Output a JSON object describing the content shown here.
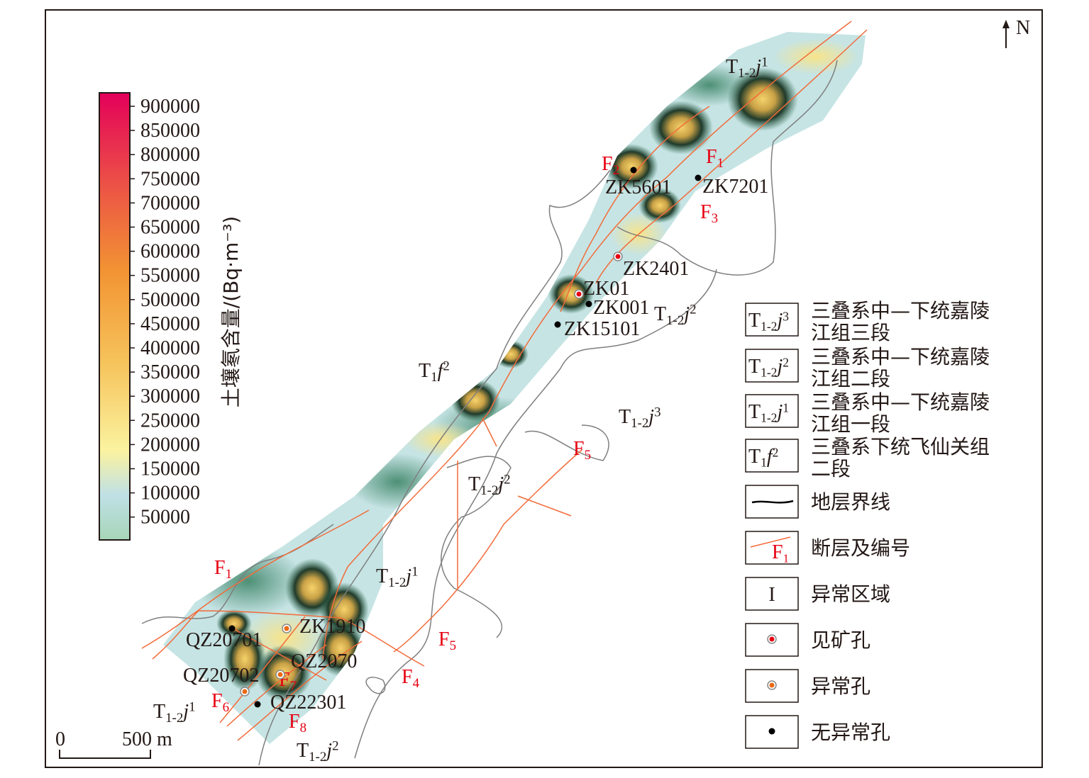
{
  "north_label": "N",
  "scale": {
    "start": "0",
    "end": "500 m"
  },
  "colorbar": {
    "title": "土壤氡含量/(Bq·m⁻³)",
    "ticks": [
      "900000",
      "850000",
      "800000",
      "750000",
      "700000",
      "650000",
      "600000",
      "550000",
      "500000",
      "450000",
      "400000",
      "350000",
      "300000",
      "250000",
      "200000",
      "150000",
      "100000",
      "50000"
    ],
    "colors": [
      "#e4005a",
      "#e8314f",
      "#ee6640",
      "#f29433",
      "#f5b651",
      "#f8d874",
      "#fbf3a0",
      "#bfe0e6",
      "#a7d6b8"
    ]
  },
  "formations": [
    {
      "base": "T",
      "sub": "1-2",
      "letter": "j",
      "sup": "1"
    },
    {
      "base": "T",
      "sub": "1-2",
      "letter": "j",
      "sup": "2"
    },
    {
      "base": "T",
      "sub": "1",
      "letter": "f",
      "sup": "2"
    },
    {
      "base": "T",
      "sub": "1-2",
      "letter": "j",
      "sup": "3"
    },
    {
      "base": "T",
      "sub": "1-2",
      "letter": "j",
      "sup": "2"
    },
    {
      "base": "T",
      "sub": "1-2",
      "letter": "j",
      "sup": "1"
    },
    {
      "base": "T",
      "sub": "1-2",
      "letter": "j",
      "sup": "1"
    },
    {
      "base": "T",
      "sub": "1-2",
      "letter": "j",
      "sup": "2"
    }
  ],
  "faults": [
    {
      "letter": "F",
      "num": "2"
    },
    {
      "letter": "F",
      "num": "1"
    },
    {
      "letter": "F",
      "num": "3"
    },
    {
      "letter": "F",
      "num": "5"
    },
    {
      "letter": "F",
      "num": "1"
    },
    {
      "letter": "F",
      "num": "5"
    },
    {
      "letter": "F",
      "num": "4"
    },
    {
      "letter": "F",
      "num": "7"
    },
    {
      "letter": "F",
      "num": "6"
    },
    {
      "letter": "F",
      "num": "8"
    }
  ],
  "boreholes": [
    {
      "name": "ZK5601",
      "type": "none"
    },
    {
      "name": "ZK7201",
      "type": "none"
    },
    {
      "name": "ZK2401",
      "type": "ore"
    },
    {
      "name": "ZK01",
      "type": "ore"
    },
    {
      "name": "ZK001",
      "type": "none"
    },
    {
      "name": "ZK15101",
      "type": "none"
    },
    {
      "name": "ZK1910",
      "type": "anomaly"
    },
    {
      "name": "QZ20701",
      "type": "none"
    },
    {
      "name": "QZ2070",
      "type": "anomaly"
    },
    {
      "name": "QZ20702",
      "type": "anomaly"
    },
    {
      "name": "QZ22301",
      "type": "none"
    }
  ],
  "legend": [
    {
      "symbol": {
        "base": "T",
        "sub": "1-2",
        "letter": "j",
        "sup": "3"
      },
      "line1": "三叠系中—下统嘉陵",
      "line2": "江组三段"
    },
    {
      "symbol": {
        "base": "T",
        "sub": "1-2",
        "letter": "j",
        "sup": "2"
      },
      "line1": "三叠系中—下统嘉陵",
      "line2": "江组二段"
    },
    {
      "symbol": {
        "base": "T",
        "sub": "1-2",
        "letter": "j",
        "sup": "1"
      },
      "line1": "三叠系中—下统嘉陵",
      "line2": "江组一段"
    },
    {
      "symbol": {
        "base": "T",
        "sub": "1",
        "letter": "f",
        "sup": "2"
      },
      "line1": "三叠系下统飞仙关组",
      "line2": "二段"
    },
    {
      "kind": "boundary",
      "line1": "地层界线"
    },
    {
      "kind": "fault",
      "fault": {
        "letter": "F",
        "num": "1"
      },
      "line1": "断层及编号"
    },
    {
      "kind": "zone",
      "symbol_text": "I",
      "line1": "异常区域"
    },
    {
      "kind": "ore",
      "line1": "见矿孔"
    },
    {
      "kind": "anomaly",
      "line1": "异常孔"
    },
    {
      "kind": "none",
      "line1": "无异常孔"
    }
  ],
  "colors": {
    "fault": "#f26b3a",
    "fault_label": "#e60012",
    "boundary": "#7f7f7f",
    "ore": "#e60012",
    "anomaly": "#ea6a14",
    "none": "#000000",
    "zone": "#9b4f96"
  }
}
